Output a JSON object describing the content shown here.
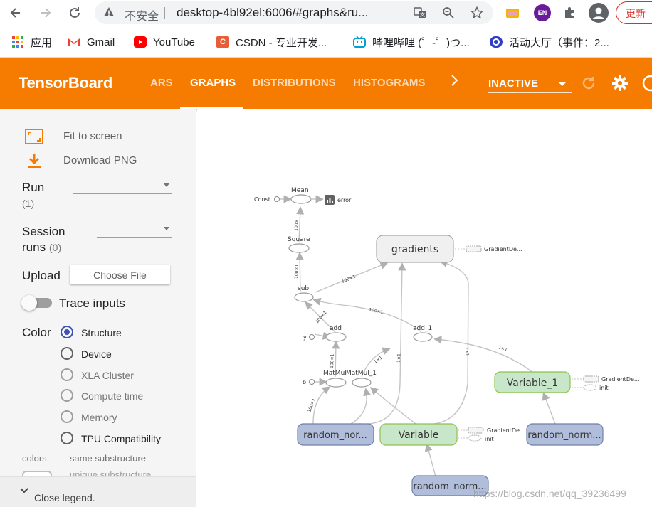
{
  "browser": {
    "security_label": "不安全",
    "url": "desktop-4bl92el:6006/#graphs&ru...",
    "ext_badge": "EN",
    "update_label": "更新",
    "bookmarks": [
      {
        "label": "应用",
        "icon": "apps-grid-icon"
      },
      {
        "label": "Gmail",
        "icon": "gmail-icon"
      },
      {
        "label": "YouTube",
        "icon": "youtube-icon"
      },
      {
        "label": "CSDN - 专业开发...",
        "icon": "csdn-icon"
      },
      {
        "label": "哔哩哔哩 (゜-゜)つ...",
        "icon": "bilibili-icon"
      },
      {
        "label": "活动大厅（事件：2...",
        "icon": "activity-icon"
      }
    ]
  },
  "header": {
    "title": "TensorBoard",
    "tabs": [
      "ARS",
      "GRAPHS",
      "DISTRIBUTIONS",
      "HISTOGRAMS"
    ],
    "active_tab": "GRAPHS",
    "run_status": "INACTIVE",
    "accent_color": "#f57c00"
  },
  "sidebar": {
    "fit_label": "Fit to screen",
    "download_label": "Download PNG",
    "run_label": "Run",
    "run_count": "(1)",
    "session_label_1": "Session",
    "session_label_2": "runs",
    "session_count": "(0)",
    "upload_label": "Upload",
    "choose_file": "Choose File",
    "trace_label": "Trace inputs",
    "trace_on": false,
    "color_label": "Color",
    "color_options": [
      {
        "label": "Structure",
        "selected": true,
        "enabled": true
      },
      {
        "label": "Device",
        "selected": false,
        "enabled": true
      },
      {
        "label": "XLA Cluster",
        "selected": false,
        "enabled": false
      },
      {
        "label": "Compute time",
        "selected": false,
        "enabled": false
      },
      {
        "label": "Memory",
        "selected": false,
        "enabled": false
      },
      {
        "label": "TPU Compatibility",
        "selected": false,
        "enabled": true
      }
    ],
    "legend_colors": "colors",
    "legend_same": "same substructure",
    "legend_unique": "unique substructure",
    "close_legend": "Close legend."
  },
  "graph": {
    "nodes": {
      "mean": "Mean",
      "const": "Const",
      "error": "error",
      "square": "Square",
      "gradients": "gradients",
      "gradient_de_1": "GradientDe...",
      "sub": "sub",
      "add": "add",
      "add_1": "add_1",
      "y": "y",
      "b": "b",
      "matmul": "MatMul",
      "matmul_1": "MatMul_1",
      "variable_1": "Variable_1",
      "gradient_de_2": "GradientDe...",
      "init_1": "init",
      "random_nor_1": "random_nor...",
      "variable": "Variable",
      "gradient_de_3": "GradientDe...",
      "init_2": "init",
      "random_norm_2": "random_norm...",
      "random_norm_3": "random_norm..."
    },
    "colors": {
      "op_fill": "#f0f0f0",
      "op_stroke": "#9e9e9e",
      "variable_fill": "#c8e6c9",
      "variable_stroke": "#7cb342",
      "random_fill": "#b0bedc",
      "random_stroke": "#6f7fa8"
    },
    "edge_labels": {
      "e1": "100×1",
      "e2": "100×1",
      "e3": "100×1",
      "e4": "100×1",
      "e5": "100×1",
      "e6": "100×1",
      "e7": "1×1",
      "e8": "1×1",
      "e9": "100×1",
      "e10": "1×1",
      "e11": "1×1"
    }
  },
  "watermark": "https://blog.csdn.net/qq_39236499"
}
